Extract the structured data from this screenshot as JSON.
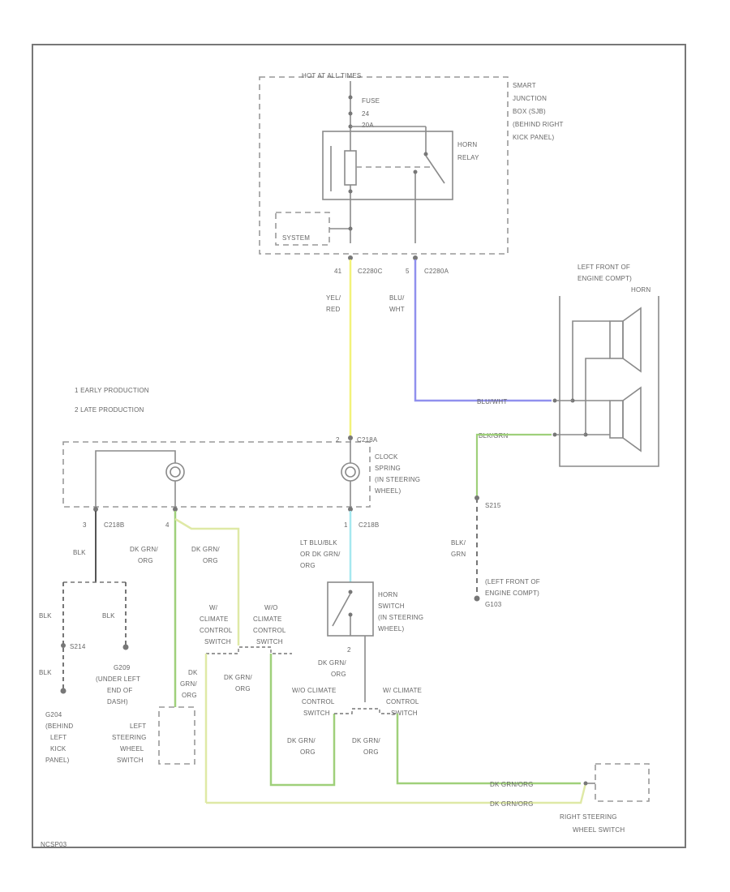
{
  "labels": {
    "hot_at_all_times": "HOT AT ALL TIMES",
    "fuse": "FUSE",
    "fuse_num": "24",
    "fuse_amp": "20A",
    "sjb": [
      "SMART",
      "JUNCTION",
      "BOX (SJB)",
      "(BEHIND RIGHT",
      "KICK PANEL)"
    ],
    "horn_relay": [
      "HORN",
      "RELAY"
    ],
    "system": "SYSTEM",
    "pin_41": "41",
    "c2280c_a": "C2280C",
    "pin_5": "5",
    "c2280a": "C2280A",
    "yel_red": [
      "YEL/",
      "RED"
    ],
    "blu_wht": [
      "BLU/",
      "WHT"
    ],
    "horn_loc": [
      "LEFT FRONT OF",
      "ENGINE COMPT)",
      "HORN"
    ],
    "blu_wht_wire": "BLU/WHT",
    "blk_grn_wire": "BLK/GRN",
    "early": "1    EARLY PRODUCTION",
    "late": "2    LATE PRODUCTION",
    "pin_2_c218a": "2",
    "c218a": "C218A",
    "clock_spring": [
      "CLOCK",
      "SPRING",
      "(IN STEERING",
      "WHEEL)"
    ],
    "pin_3": "3",
    "c218b_left": "C218B",
    "pin_4": "4",
    "pin_1": "1",
    "c218b": "C218B",
    "s215": "S215",
    "blk_grn": [
      "BLK/",
      "GRN"
    ],
    "g103": [
      "(LEFT FRONT OF",
      "ENGINE COMPT)",
      "G103"
    ],
    "lt_blu_blk": [
      "LT BLU/BLK",
      "OR DK GRN/",
      "ORG"
    ],
    "blk": "BLK",
    "dk_grn_org_1": [
      "DK GRN/",
      "ORG"
    ],
    "dk_grn_org_2": [
      "DK GRN/",
      "ORG"
    ],
    "horn_switch": [
      "HORN",
      "SWITCH",
      "(IN STEERING",
      "WHEEL)"
    ],
    "wc_climate": [
      "W/",
      "CLIMATE",
      "CONTROL",
      "SWITCH"
    ],
    "woc_climate": [
      "W/O",
      "CLIMATE",
      "CONTROL",
      "SWITCH"
    ],
    "blk_left": "BLK",
    "blk_right": "BLK",
    "s214": "S214",
    "blk_lower": "BLK",
    "pin_2_horn": "2",
    "dk_grn_org_3": [
      "DK GRN/",
      "ORG"
    ],
    "dk_grn_org_4": [
      "DK",
      "GRN/",
      "ORG"
    ],
    "dk_grn_org_5": [
      "DK GRN/",
      "ORG"
    ],
    "g209": [
      "G209",
      "(UNDER LEFT",
      "END OF",
      "DASH)"
    ],
    "g204": [
      "G204",
      "(BEHIND",
      "LEFT",
      "KICK",
      "PANEL)"
    ],
    "left_steering": [
      "LEFT",
      "STEERING",
      "WHEEL",
      "SWITCH"
    ],
    "woc_climate_2": [
      "W/O CLIMATE",
      "CONTROL",
      "SWITCH"
    ],
    "wc_climate_2": [
      "W/ CLIMATE",
      "CONTROL",
      "SWITCH"
    ],
    "dk_grn_org_6": [
      "DK GRN/",
      "ORG"
    ],
    "dk_grn_org_7": [
      "DK GRN/",
      "ORG"
    ],
    "dk_grn_org_8": "DK GRN/ORG",
    "dk_grn_org_9": "DK GRN/ORG",
    "right_steering": [
      "RIGHT STEERING",
      "WHEEL SWITCH"
    ],
    "code": "NCSP03"
  },
  "colors": {
    "yellow_wire": "#f2f27a",
    "blue_wire": "#9090ee",
    "green_wire": "#9fd07a",
    "cyan_wire": "#a6e8ef",
    "black_wire": "#555555",
    "frame": "#777777"
  }
}
